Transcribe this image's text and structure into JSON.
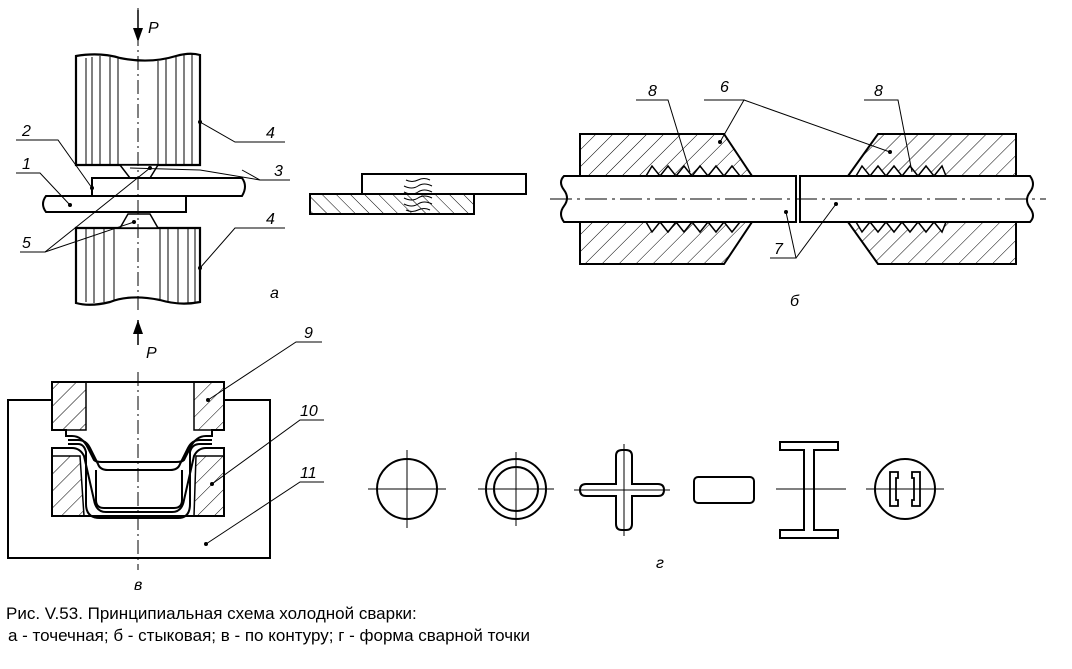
{
  "labels": {
    "force_top": "P",
    "force_bottom": "P",
    "n1": "1",
    "n2": "2",
    "n3": "3",
    "n4a": "4",
    "n4b": "4",
    "n5": "5",
    "n6": "6",
    "n7": "7",
    "n8a": "8",
    "n8b": "8",
    "n9": "9",
    "n10": "10",
    "n11": "11",
    "sub_a": "а",
    "sub_b": "б",
    "sub_v": "в",
    "sub_g": "г"
  },
  "caption": {
    "line1": "Рис. V.53. Принципиальная схема холодной сварки:",
    "line2": "а - точечная; б - стыковая; в - по контуру; г - форма сварной точки"
  }
}
